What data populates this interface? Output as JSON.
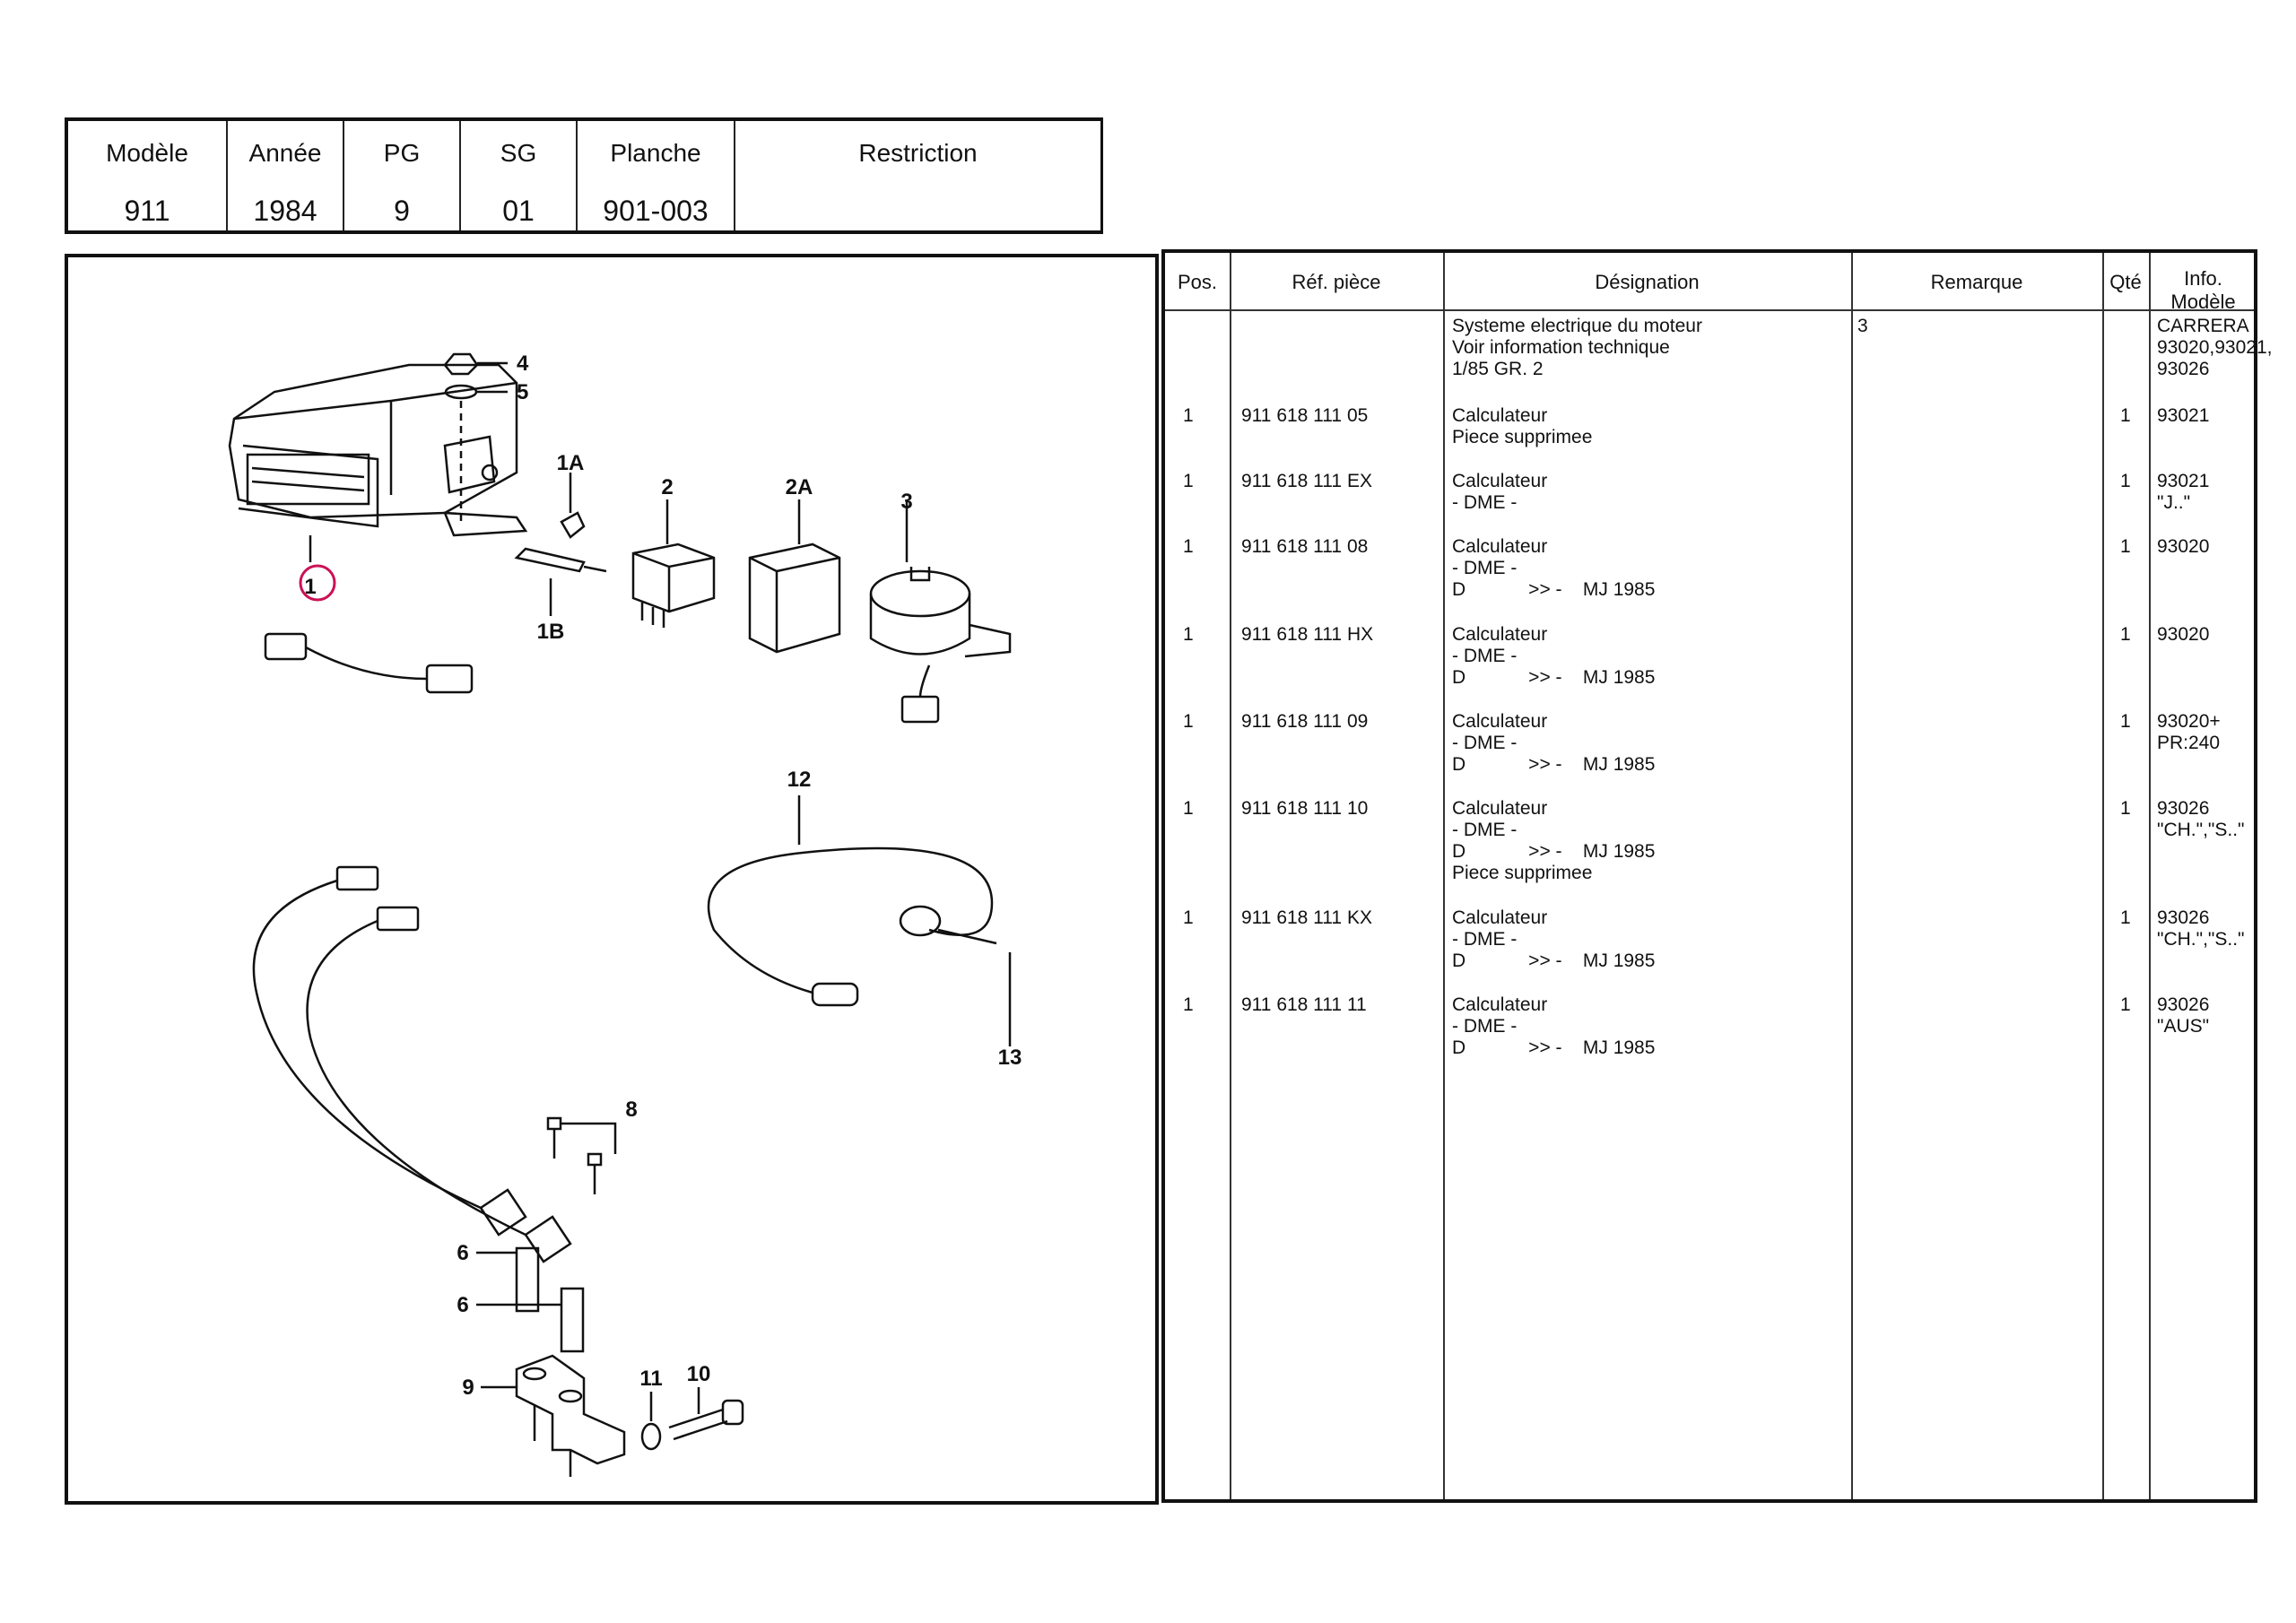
{
  "header": {
    "columns": [
      {
        "label": "Modèle",
        "value": "911"
      },
      {
        "label": "Année",
        "value": "1984"
      },
      {
        "label": "PG",
        "value": "9"
      },
      {
        "label": "SG",
        "value": "01"
      },
      {
        "label": "Planche",
        "value": "901-003"
      },
      {
        "label": "Restriction",
        "value": ""
      }
    ]
  },
  "diagram": {
    "callouts": [
      "1",
      "1A",
      "1B",
      "2",
      "2A",
      "3",
      "4",
      "5",
      "6",
      "6",
      "8",
      "9",
      "10",
      "11",
      "12",
      "13"
    ]
  },
  "table": {
    "headers": {
      "pos": "Pos.",
      "ref": "Réf. pièce",
      "designation": "Désignation",
      "remarque": "Remarque",
      "qte": "Qté",
      "info": "Info. Modèle"
    },
    "rows": [
      {
        "pos": "",
        "ref": "",
        "designation": "Systeme electrique du moteur\nVoir information technique\n1/85 GR. 2",
        "remarque": "3",
        "qte": "",
        "info": "CARRERA\n93020,93021,\n93026"
      },
      {
        "pos": "1",
        "ref": "911 618 111 05",
        "designation": "Calculateur\nPiece supprimee",
        "remarque": "",
        "qte": "1",
        "info": "93021"
      },
      {
        "pos": "1",
        "ref": "911 618 111 EX",
        "designation": "Calculateur\n- DME -",
        "remarque": "",
        "qte": "1",
        "info": "93021\n\"J..\""
      },
      {
        "pos": "1",
        "ref": "911 618 111 08",
        "designation": "Calculateur\n- DME -\nD            >> -    MJ 1985",
        "remarque": "",
        "qte": "1",
        "info": "93020"
      },
      {
        "pos": "1",
        "ref": "911 618 111 HX",
        "designation": "Calculateur\n- DME -\nD            >> -    MJ 1985",
        "remarque": "",
        "qte": "1",
        "info": "93020"
      },
      {
        "pos": "1",
        "ref": "911 618 111 09",
        "designation": "Calculateur\n- DME -\nD            >> -    MJ 1985",
        "remarque": "",
        "qte": "1",
        "info": "93020+\nPR:240"
      },
      {
        "pos": "1",
        "ref": "911 618 111 10",
        "designation": "Calculateur\n- DME -\nD            >> -    MJ 1985\nPiece supprimee",
        "remarque": "",
        "qte": "1",
        "info": "93026\n\"CH.\",\"S..\""
      },
      {
        "pos": "1",
        "ref": "911 618 111 KX",
        "designation": "Calculateur\n- DME -\nD            >> -    MJ 1985",
        "remarque": "",
        "qte": "1",
        "info": "93026\n\"CH.\",\"S..\""
      },
      {
        "pos": "1",
        "ref": "911 618 111 11",
        "designation": "Calculateur\n- DME -\nD            >> -    MJ 1985",
        "remarque": "",
        "qte": "1",
        "info": "93026\n\"AUS\""
      }
    ]
  }
}
